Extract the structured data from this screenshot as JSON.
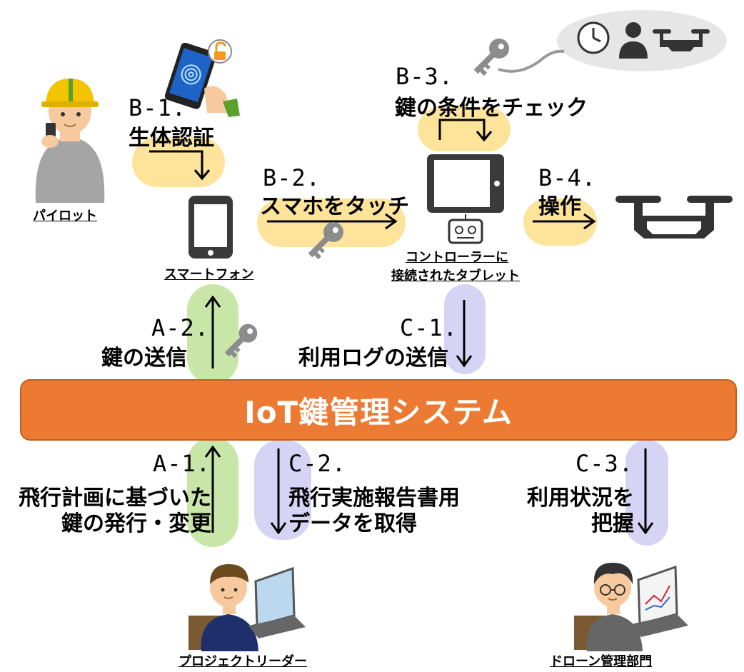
{
  "roles": {
    "pilot": "パイロット",
    "smartphone": "スマートフォン",
    "tablet_line1": "コントローラーに",
    "tablet_line2": "接続されたタブレット",
    "project_leader": "プロジェクトリーダー",
    "drone_dept": "ドローン管理部門"
  },
  "banner": "IoT鍵管理システム",
  "steps": {
    "b1": {
      "id": "B-1.",
      "text": "生体認証"
    },
    "b2": {
      "id": "B-2.",
      "text": "スマホをタッチ"
    },
    "b3": {
      "id": "B-3.",
      "text": "鍵の条件をチェック"
    },
    "b4": {
      "id": "B-4.",
      "text": "操作"
    },
    "a2": {
      "id": "A-2.",
      "text": "鍵の送信"
    },
    "c1": {
      "id": "C-1.",
      "text": "利用ログの送信"
    },
    "a1": {
      "id": "A-1.",
      "line1": "飛行計画に基づいた",
      "line2": "鍵の発行・変更"
    },
    "c2": {
      "id": "C-2.",
      "line1": "飛行実施報告書用",
      "line2": "データを取得"
    },
    "c3": {
      "id": "C-3.",
      "line1": "利用状況を",
      "line2": "把握"
    }
  },
  "colors": {
    "banner": "#ec7a32",
    "pill_yellow": "#fde49a",
    "pill_green": "#c9e6a9",
    "pill_blue": "#d6d4f5"
  },
  "icons": [
    "pilot-person-icon",
    "fingerprint-phone-icon",
    "smartphone-icon",
    "key-icon",
    "tablet-icon",
    "controller-icon",
    "drone-icon",
    "clock-icon",
    "person-icon",
    "project-leader-icon",
    "drone-manager-icon"
  ]
}
